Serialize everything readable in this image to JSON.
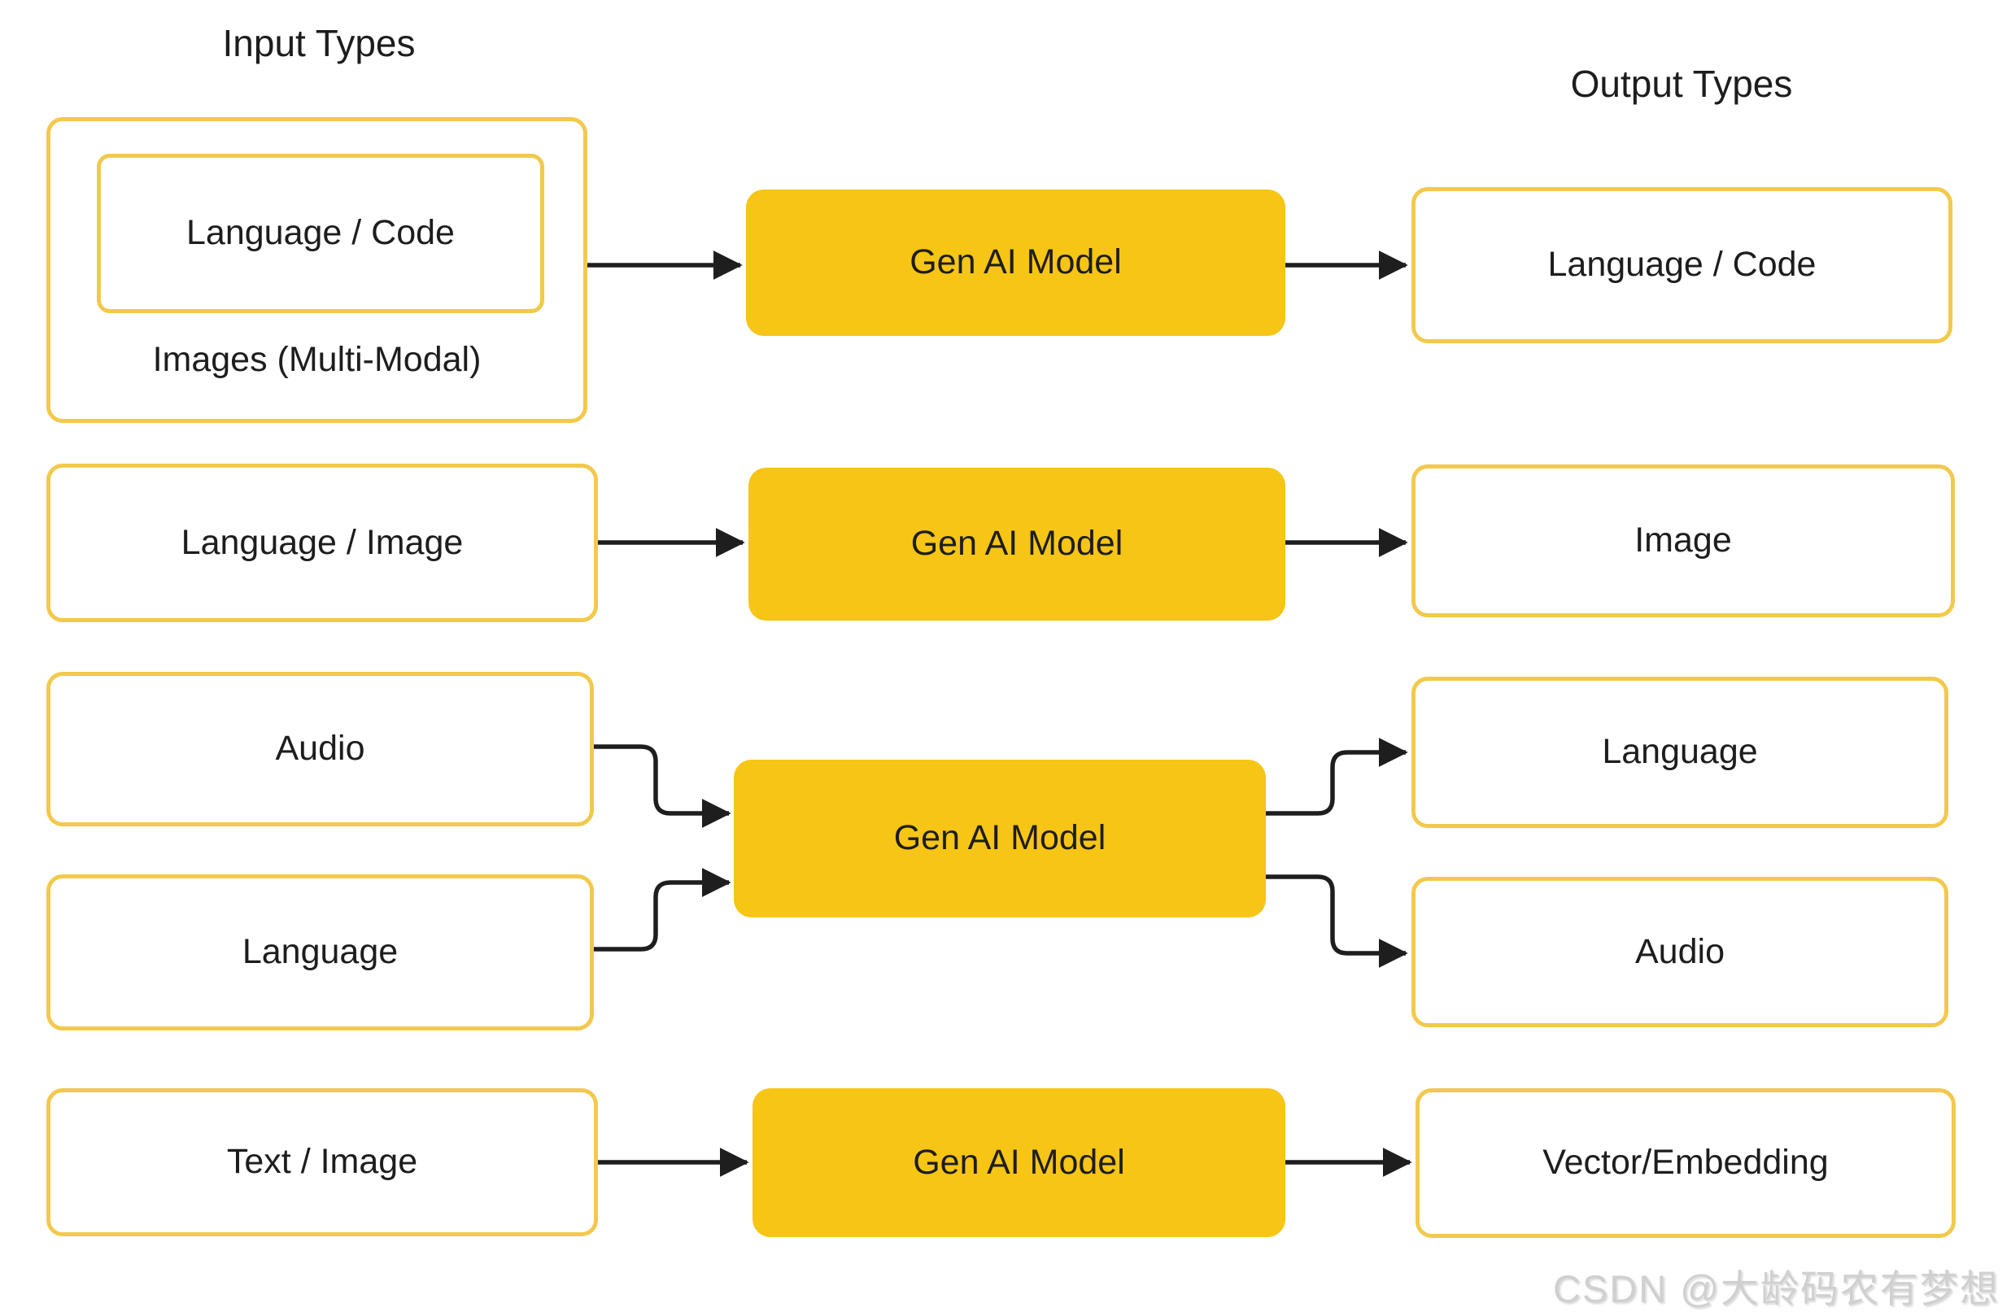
{
  "headers": {
    "input": "Input Types",
    "output": "Output Types"
  },
  "rows": [
    {
      "input_group": {
        "inner": "Language / Code",
        "label": "Images (Multi-Modal)"
      },
      "model": "Gen AI Model",
      "output": "Language / Code"
    },
    {
      "input": "Language / Image",
      "model": "Gen AI Model",
      "output": "Image"
    },
    {
      "inputs": [
        "Audio",
        "Language"
      ],
      "model": "Gen AI Model",
      "outputs": [
        "Language",
        "Audio"
      ]
    },
    {
      "input": "Text / Image",
      "model": "Gen AI Model",
      "output": "Vector/Embedding"
    }
  ],
  "watermark": "CSDN @大龄码农有梦想",
  "colors": {
    "node_fill": "#F6C515",
    "node_border": "#F2C94C",
    "arrow": "#1E1E1E",
    "text": "#1D1D1D",
    "watermark": "#D0D0D0"
  }
}
